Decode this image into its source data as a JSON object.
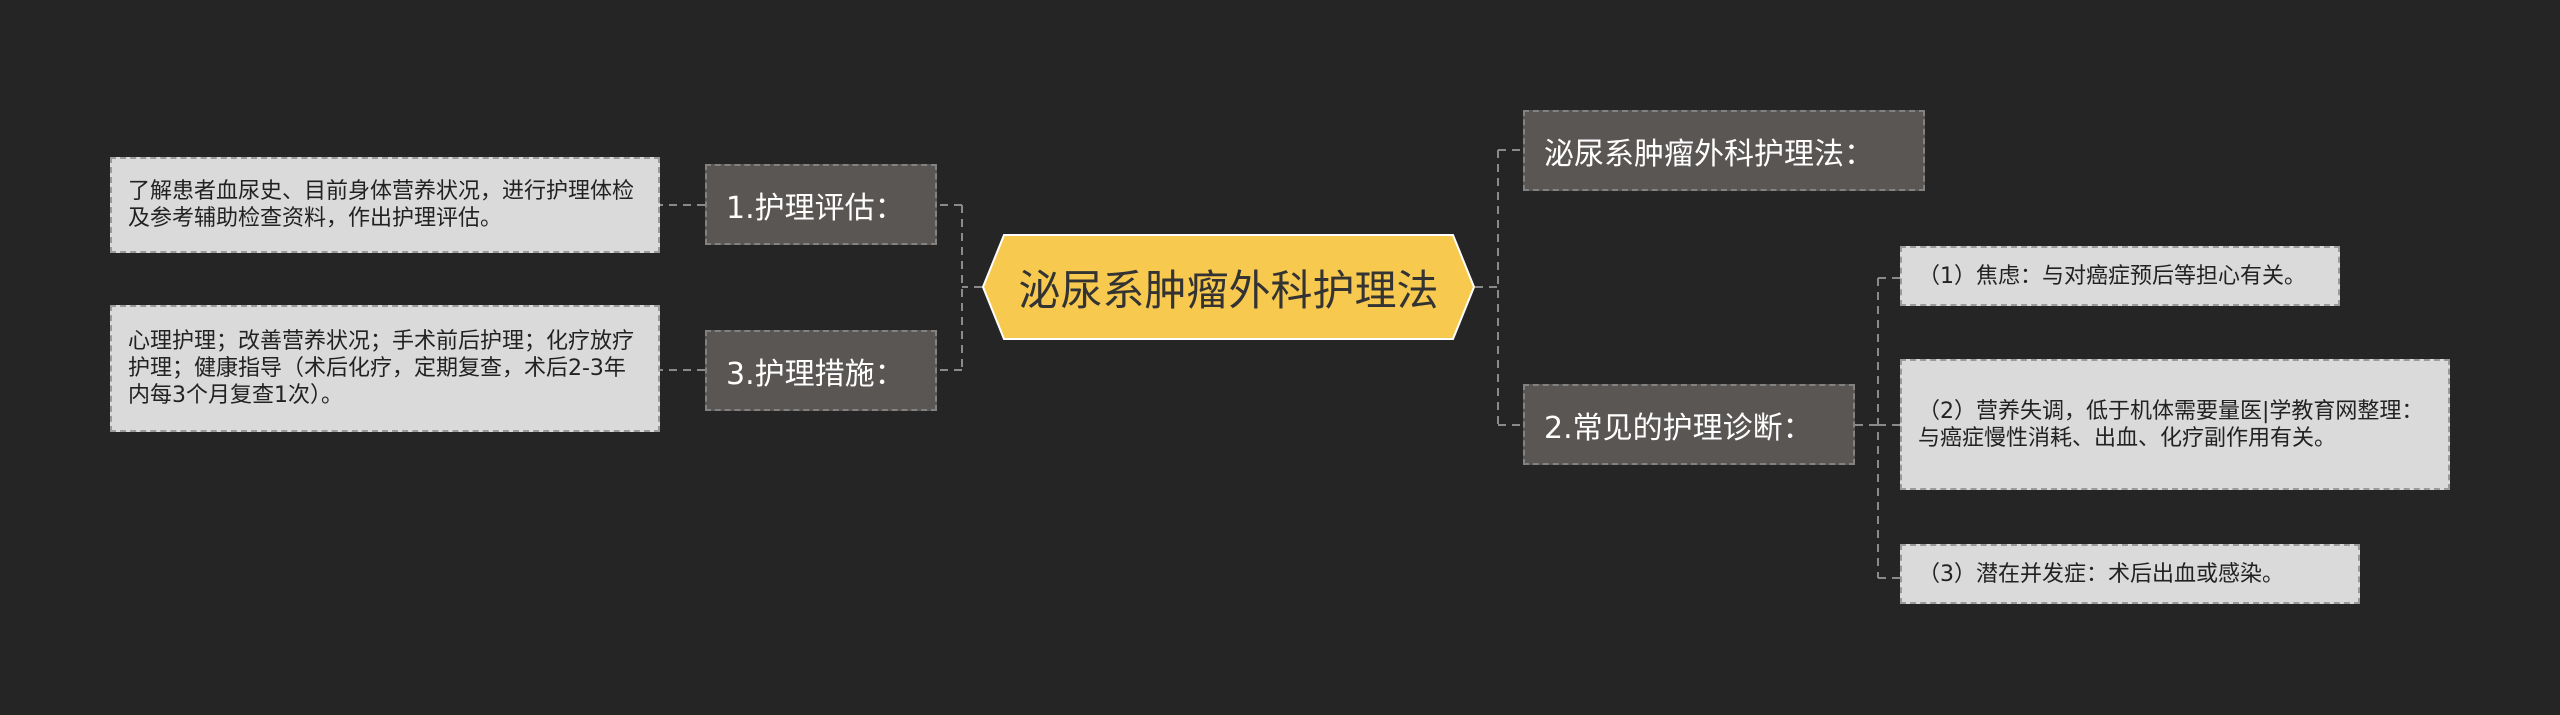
{
  "root": {
    "label": "泌尿系肿瘤外科护理法"
  },
  "left_branches": [
    {
      "label": "1.护理评估：",
      "detail": "了解患者血尿史、目前身体营养状况，进行护理体检及参考辅助检查资料，作出护理评估。"
    },
    {
      "label": "3.护理措施：",
      "detail": "心理护理；改善营养状况；手术前后护理；化疗放疗护理；健康指导（术后化疗，定期复查，术后2-3年内每3个月复查1次）。"
    }
  ],
  "right_branches": [
    {
      "label": "泌尿系肿瘤外科护理法："
    },
    {
      "label": "2.常见的护理诊断：",
      "items": [
        "（1）焦虑：与对癌症预后等担心有关。",
        "（2）营养失调，低于机体需要量医|学教育网整理：与癌症慢性消耗、出血、化疗副作用有关。",
        "（3）潜在并发症：术后出血或感染。"
      ]
    }
  ],
  "colors": {
    "background": "#252525",
    "root_fill": "#f7c94f",
    "branch_fill": "#5a5654",
    "leaf_fill": "#dadada",
    "connector": "#8a8a8a"
  }
}
